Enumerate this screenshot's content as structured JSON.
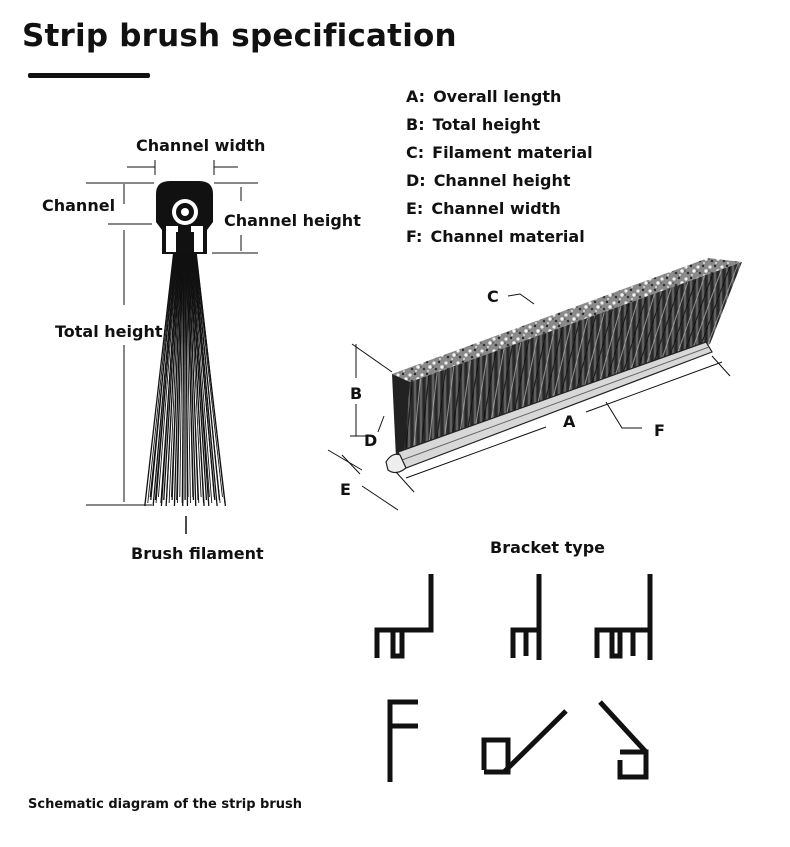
{
  "title": "Strip brush specification",
  "caption": "Schematic diagram of the strip brush",
  "legend": [
    {
      "key": "A:",
      "text": "Overall length"
    },
    {
      "key": "B:",
      "text": "Total height"
    },
    {
      "key": "C:",
      "text": "Filament material"
    },
    {
      "key": "D:",
      "text": "Channel height"
    },
    {
      "key": "E:",
      "text": "Channel width"
    },
    {
      "key": "F:",
      "text": "Channel material"
    }
  ],
  "section_labels": {
    "channel_width": "Channel width",
    "channel": "Channel",
    "channel_height": "Channel height",
    "total_height": "Total height",
    "brush_filament": "Brush filament"
  },
  "isometric_labels": {
    "a": "A",
    "b": "B",
    "c": "C",
    "d": "D",
    "e": "E",
    "f": "F"
  },
  "bracket_type_label": "Bracket  type",
  "bracket_icons": [
    "bracket-l-double-foot-icon",
    "bracket-t-single-foot-icon",
    "bracket-l-triple-foot-icon",
    "bracket-f-shape-icon",
    "bracket-diagonal-right-icon",
    "bracket-diagonal-left-icon"
  ]
}
